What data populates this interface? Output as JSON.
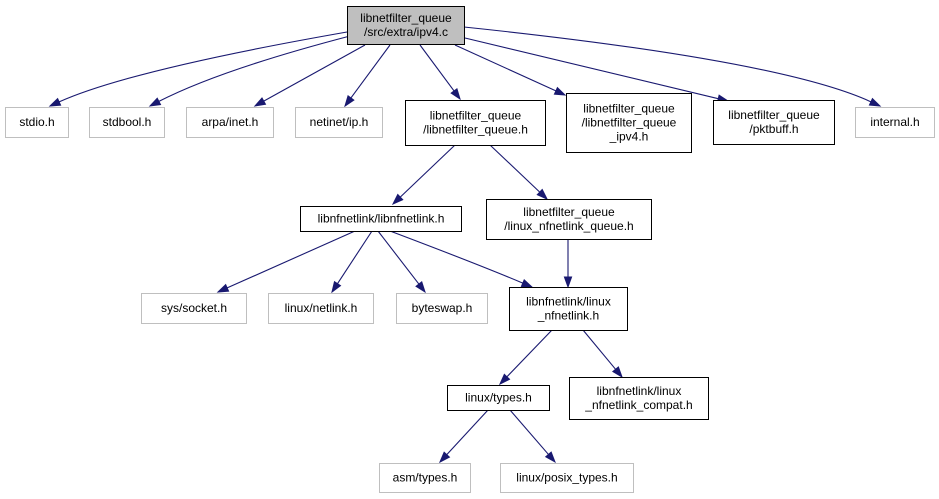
{
  "diagram": {
    "type": "include-dependency-graph",
    "colors": {
      "root_fill": "#bfbfbf",
      "edge": "#191970",
      "border_documented": "#000000",
      "border_undocumented": "#bfbfbf",
      "text_documented": "#000000",
      "text_undocumented": "#000000"
    },
    "nodes": [
      {
        "id": "root",
        "lines": [
          "libnetfilter_queue",
          "/src/extra/ipv4.c"
        ],
        "kind": "root"
      },
      {
        "id": "stdio",
        "lines": [
          "stdio.h"
        ],
        "kind": "external"
      },
      {
        "id": "stdbool",
        "lines": [
          "stdbool.h"
        ],
        "kind": "external"
      },
      {
        "id": "arpa_inet",
        "lines": [
          "arpa/inet.h"
        ],
        "kind": "external"
      },
      {
        "id": "netinet_ip",
        "lines": [
          "netinet/ip.h"
        ],
        "kind": "external"
      },
      {
        "id": "lnfq",
        "lines": [
          "libnetfilter_queue",
          "/libnetfilter_queue.h"
        ],
        "kind": "documented"
      },
      {
        "id": "lnfq_ipv4",
        "lines": [
          "libnetfilter_queue",
          "/libnetfilter_queue",
          "_ipv4.h"
        ],
        "kind": "documented"
      },
      {
        "id": "pktbuff",
        "lines": [
          "libnetfilter_queue",
          "/pktbuff.h"
        ],
        "kind": "documented"
      },
      {
        "id": "internal",
        "lines": [
          "internal.h"
        ],
        "kind": "external"
      },
      {
        "id": "libnfnetlink",
        "lines": [
          "libnfnetlink/libnfnetlink.h"
        ],
        "kind": "documented"
      },
      {
        "id": "linux_nfq",
        "lines": [
          "libnetfilter_queue",
          "/linux_nfnetlink_queue.h"
        ],
        "kind": "documented"
      },
      {
        "id": "sys_socket",
        "lines": [
          "sys/socket.h"
        ],
        "kind": "external"
      },
      {
        "id": "linux_netlink",
        "lines": [
          "linux/netlink.h"
        ],
        "kind": "external"
      },
      {
        "id": "byteswap",
        "lines": [
          "byteswap.h"
        ],
        "kind": "external"
      },
      {
        "id": "nfnetlink",
        "lines": [
          "libnfnetlink/linux",
          "_nfnetlink.h"
        ],
        "kind": "documented"
      },
      {
        "id": "linux_types",
        "lines": [
          "linux/types.h"
        ],
        "kind": "documented"
      },
      {
        "id": "nfnetlink_compat",
        "lines": [
          "libnfnetlink/linux",
          "_nfnetlink_compat.h"
        ],
        "kind": "documented"
      },
      {
        "id": "asm_types",
        "lines": [
          "asm/types.h"
        ],
        "kind": "external"
      },
      {
        "id": "posix_types",
        "lines": [
          "linux/posix_types.h"
        ],
        "kind": "external"
      }
    ],
    "edges": [
      {
        "from": "root",
        "to": "stdio"
      },
      {
        "from": "root",
        "to": "stdbool"
      },
      {
        "from": "root",
        "to": "arpa_inet"
      },
      {
        "from": "root",
        "to": "netinet_ip"
      },
      {
        "from": "root",
        "to": "lnfq"
      },
      {
        "from": "root",
        "to": "lnfq_ipv4"
      },
      {
        "from": "root",
        "to": "pktbuff"
      },
      {
        "from": "root",
        "to": "internal"
      },
      {
        "from": "lnfq",
        "to": "libnfnetlink"
      },
      {
        "from": "lnfq",
        "to": "linux_nfq"
      },
      {
        "from": "libnfnetlink",
        "to": "sys_socket"
      },
      {
        "from": "libnfnetlink",
        "to": "linux_netlink"
      },
      {
        "from": "libnfnetlink",
        "to": "byteswap"
      },
      {
        "from": "libnfnetlink",
        "to": "nfnetlink"
      },
      {
        "from": "linux_nfq",
        "to": "nfnetlink"
      },
      {
        "from": "nfnetlink",
        "to": "linux_types"
      },
      {
        "from": "nfnetlink",
        "to": "nfnetlink_compat"
      },
      {
        "from": "linux_types",
        "to": "asm_types"
      },
      {
        "from": "linux_types",
        "to": "posix_types"
      }
    ]
  }
}
